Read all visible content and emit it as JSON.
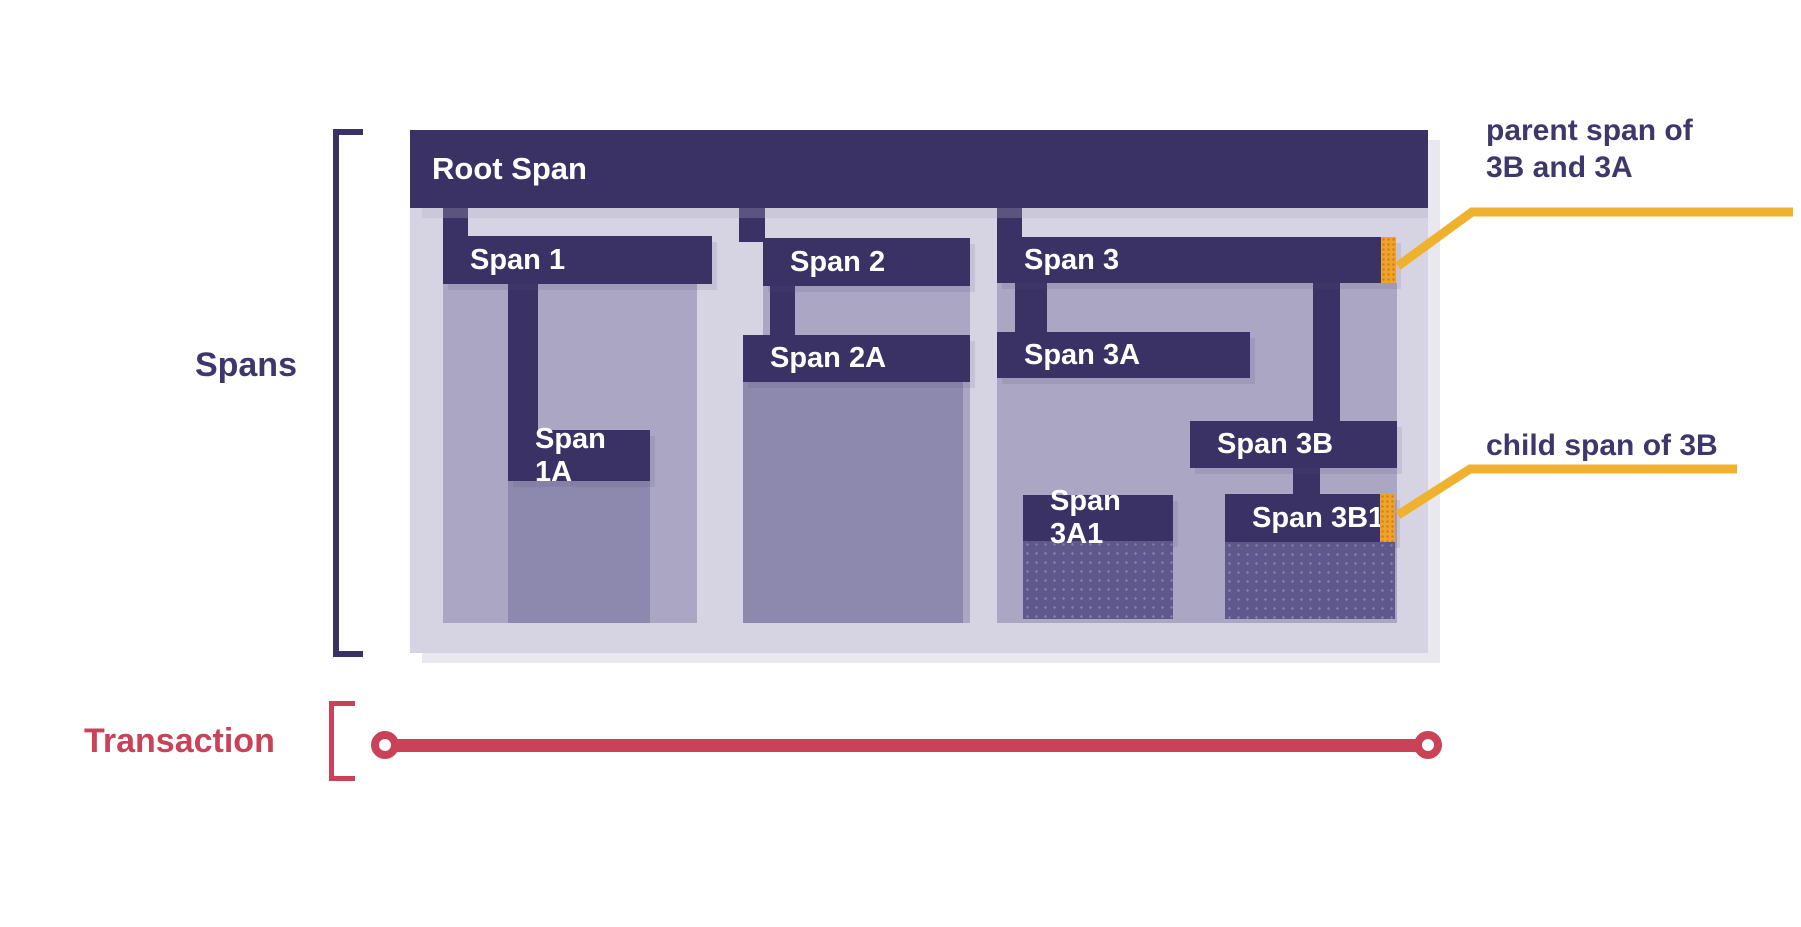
{
  "colors": {
    "dark": "#3a3264",
    "text-dark": "#3d376b",
    "lavender": "#d6d4e2",
    "body-light": "#aba6c4",
    "body-medium": "#8d88ae",
    "body-dark": "#5e588c",
    "orange": "#f0a22a",
    "orange-dot": "#c97e1e",
    "yellow-line": "#eeb22f",
    "red": "#ca4258"
  },
  "labels": {
    "spans": "Spans",
    "transaction": "Transaction"
  },
  "annotations": {
    "parent_line1": "parent span of",
    "parent_line2": "3B and 3A",
    "child": "child span of 3B"
  },
  "diagram": {
    "root": {
      "label": "Root Span"
    },
    "spans": {
      "s1": {
        "label": "Span 1"
      },
      "s1a": {
        "label": "Span 1A"
      },
      "s2": {
        "label": "Span 2"
      },
      "s2a": {
        "label": "Span 2A"
      },
      "s3": {
        "label": "Span 3"
      },
      "s3a": {
        "label": "Span 3A"
      },
      "s3a1": {
        "label": "Span 3A1"
      },
      "s3b": {
        "label": "Span 3B"
      },
      "s3b1": {
        "label": "Span 3B1"
      }
    }
  }
}
